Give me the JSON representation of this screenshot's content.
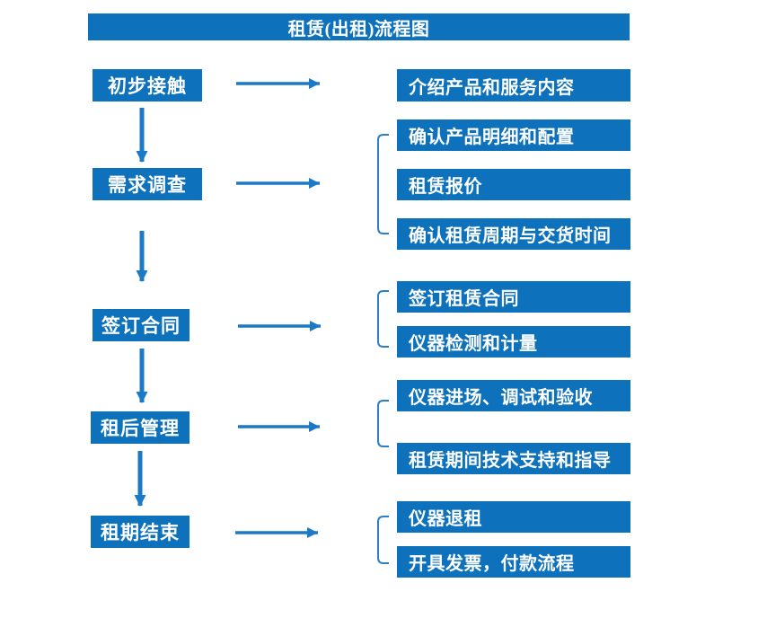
{
  "title": "租赁(出租)流程图",
  "colors": {
    "box_blue": "#0d71bc",
    "arrow_blue": "#1b7ac7",
    "bracket_blue": "#2e7ec3",
    "text_white": "#ffffff",
    "background": "#ffffff"
  },
  "flow": {
    "steps": [
      {
        "label": "初步接触",
        "details": [
          "介绍产品和服务内容"
        ]
      },
      {
        "label": "需求调查",
        "details": [
          "确认产品明细和配置",
          "租赁报价",
          "确认租赁周期与交货时间"
        ]
      },
      {
        "label": "签订合同",
        "details": [
          "签订租赁合同",
          "仪器检测和计量"
        ]
      },
      {
        "label": "租后管理",
        "details": [
          "仪器进场、调试和验收",
          "租赁期间技术支持和指导"
        ]
      },
      {
        "label": "租期结束",
        "details": [
          "仪器退租",
          "开具发票，付款流程"
        ]
      }
    ]
  }
}
